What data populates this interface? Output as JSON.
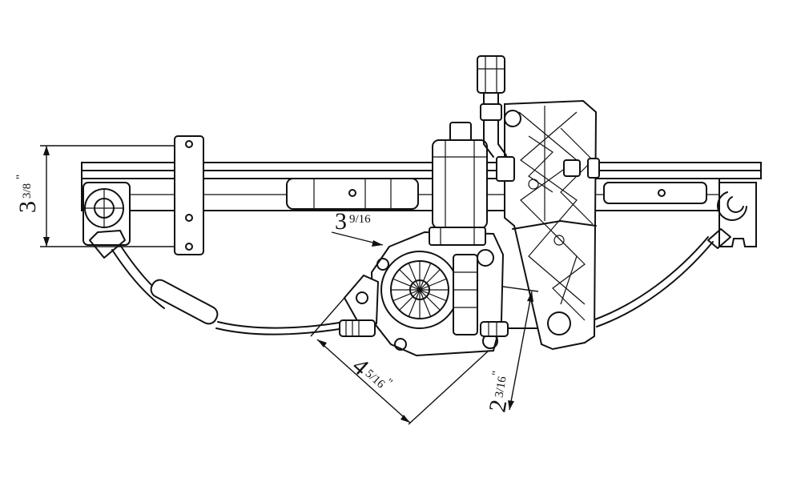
{
  "dimensions": {
    "height_left": {
      "whole": "3",
      "frac": "3/8",
      "unit": "\""
    },
    "motor_offset": {
      "whole": "3",
      "frac": "9/16",
      "unit": "\""
    },
    "motor_width": {
      "whole": "4",
      "frac": "5/16",
      "unit": "\""
    },
    "motor_height": {
      "whole": "2",
      "frac": "3/16",
      "unit": "\""
    }
  },
  "colors": {
    "line": "#111111",
    "background": "#ffffff"
  }
}
